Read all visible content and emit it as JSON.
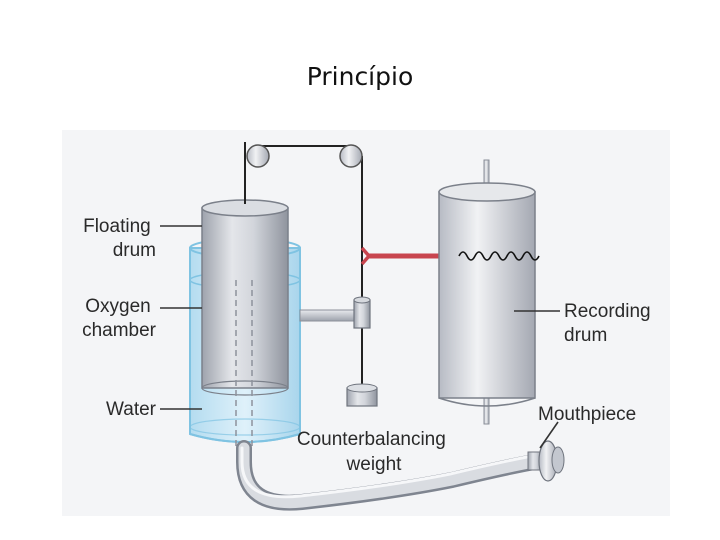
{
  "slide": {
    "title": "Princípio"
  },
  "diagram": {
    "labels": {
      "floating_drum": [
        "Floating",
        "drum"
      ],
      "oxygen_chamber": [
        "Oxygen",
        "chamber"
      ],
      "water": [
        "Water"
      ],
      "recording_drum": [
        "Recording",
        "drum"
      ],
      "mouthpiece": [
        "Mouthpiece"
      ],
      "counterweight": [
        "Counterbalancing",
        "weight"
      ]
    },
    "colors": {
      "pointer_arrow": "#c8454f",
      "water": "#cfe9f6",
      "metal": "#c9ccd3",
      "panel": "#f4f5f7"
    }
  }
}
